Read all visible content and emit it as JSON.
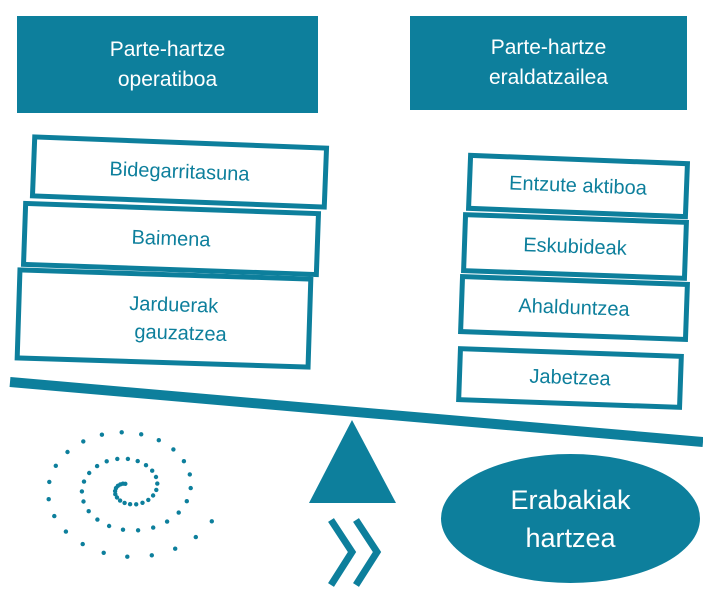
{
  "headers": {
    "left": [
      "Parte-hartze",
      "operatiboa"
    ],
    "right": [
      "Parte-hartze",
      "eraldatzailea"
    ]
  },
  "left_items": [
    [
      "Bidegarritasuna"
    ],
    [
      "Baimena"
    ],
    [
      "Jarduerak",
      "gauzatzea"
    ]
  ],
  "right_items": [
    [
      "Entzute aktiboa"
    ],
    [
      "Eskubideak"
    ],
    [
      "Ahalduntzea"
    ],
    [
      "Jabetzea"
    ]
  ],
  "decision": [
    "Erabakiak",
    "hartzea"
  ],
  "colors": {
    "accent": "#0d7f9c",
    "background": "#ffffff"
  },
  "icons": [
    "spiral-dots-icon",
    "fulcrum-triangle-icon",
    "double-chevron-right-icon"
  ]
}
